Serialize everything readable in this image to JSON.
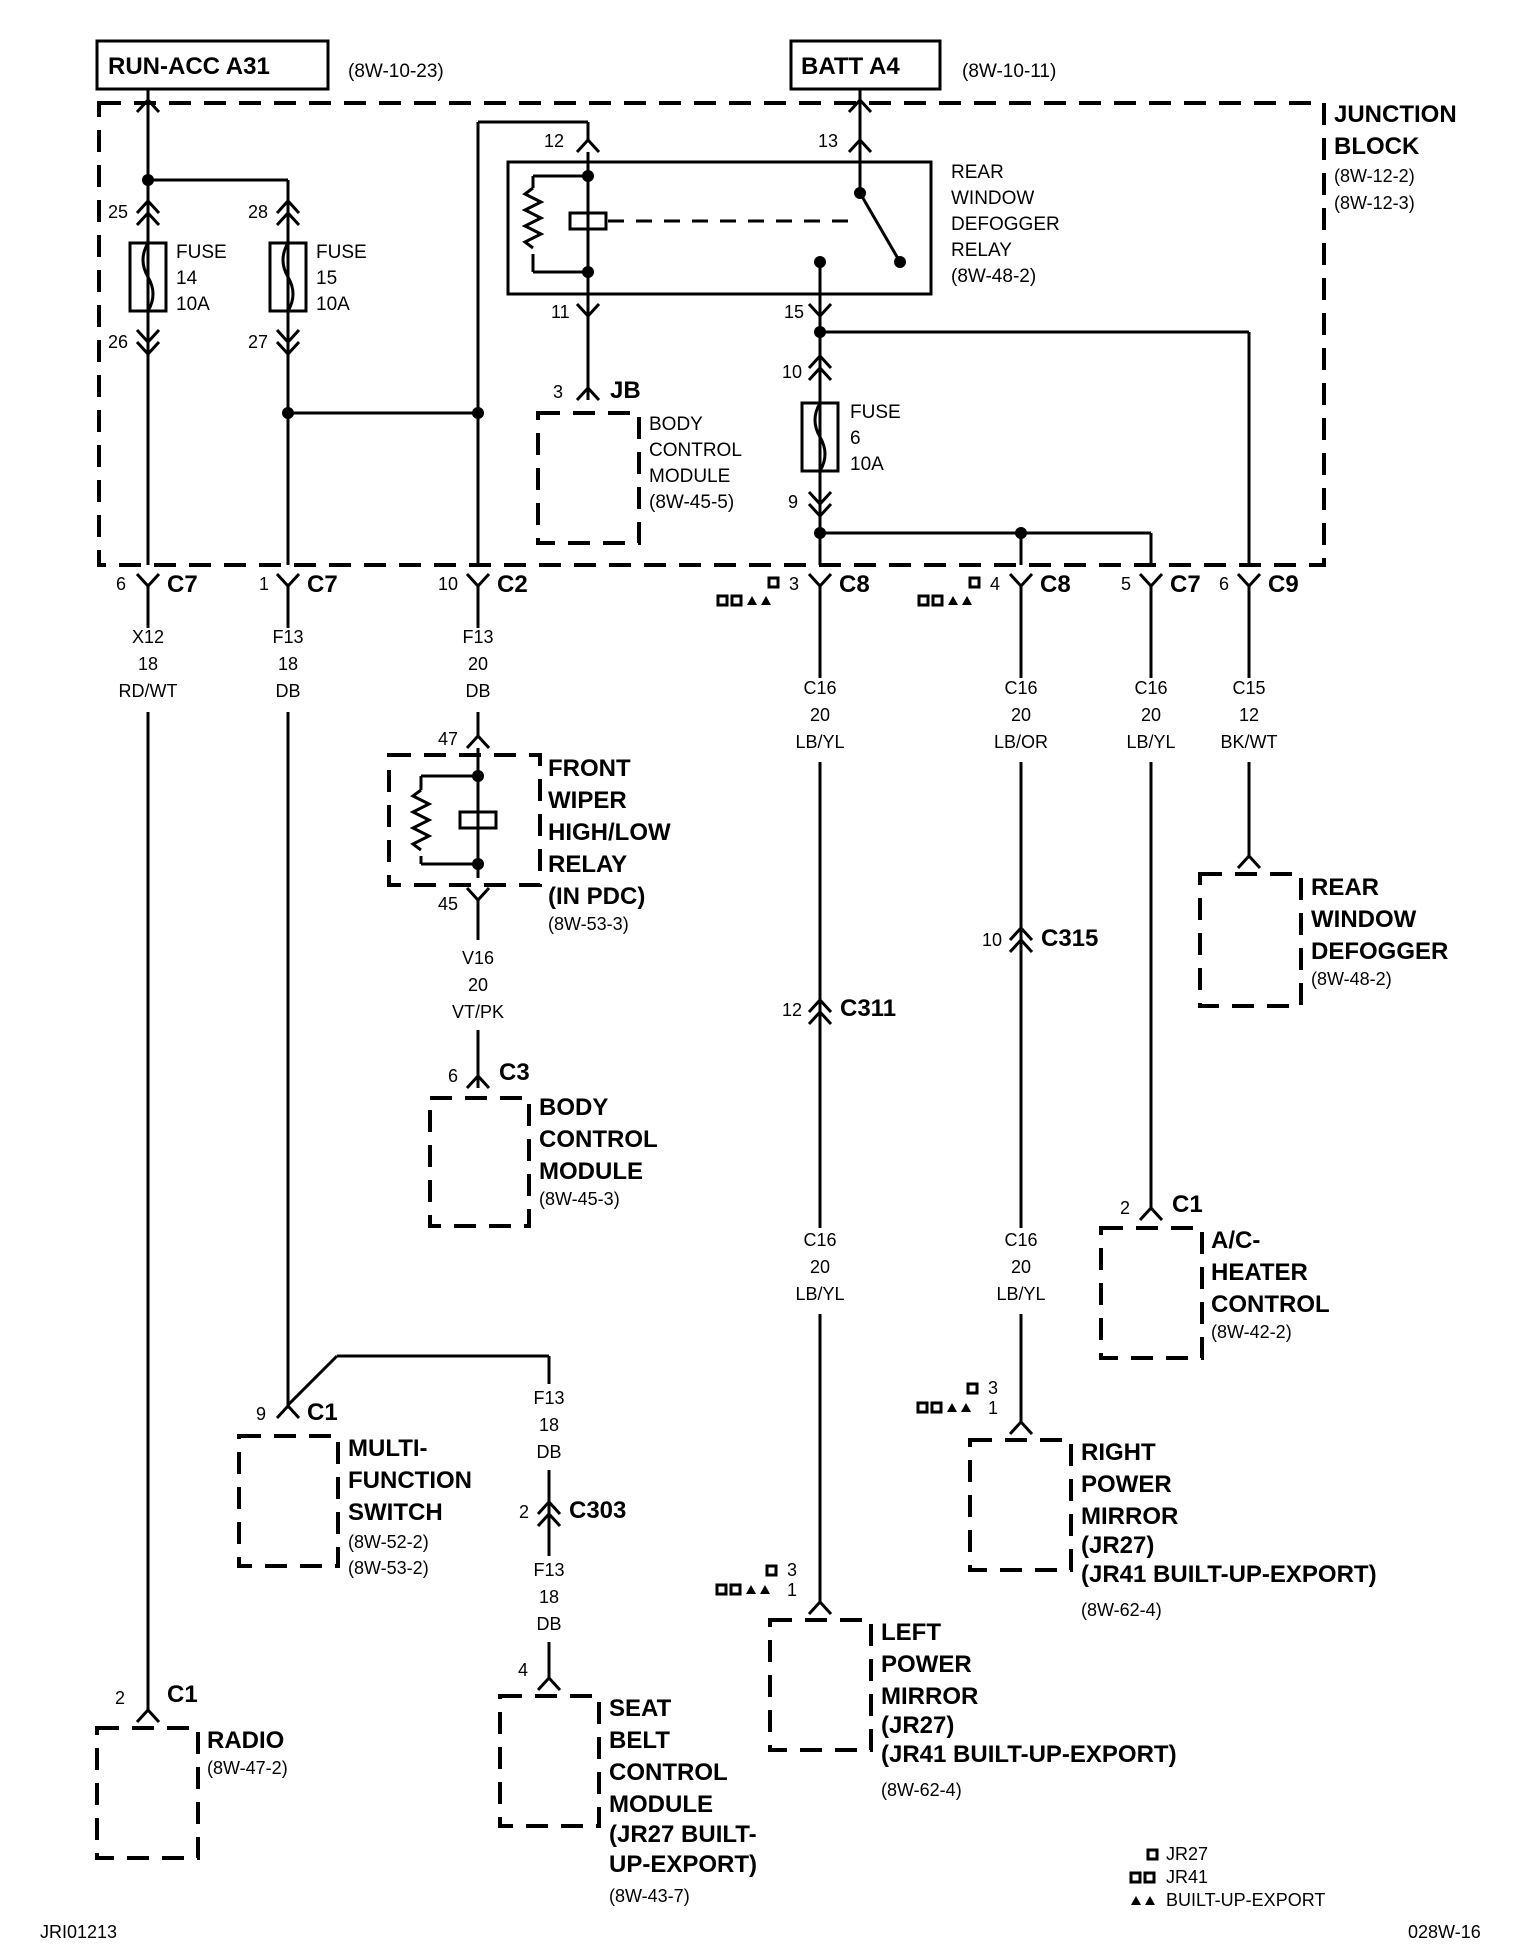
{
  "header": {
    "run_acc": "RUN-ACC A31",
    "run_acc_ref": "(8W-10-23)",
    "batt": "BATT A4",
    "batt_ref": "(8W-10-11)"
  },
  "junction_block": {
    "label_1": "JUNCTION",
    "label_2": "BLOCK",
    "ref_1": "(8W-12-2)",
    "ref_2": "(8W-12-3)"
  },
  "fuses": [
    {
      "label": "FUSE",
      "num": "14",
      "amp": "10A",
      "in_pin": "25",
      "out_pin": "26"
    },
    {
      "label": "FUSE",
      "num": "15",
      "amp": "10A",
      "in_pin": "28",
      "out_pin": "27"
    },
    {
      "label": "FUSE",
      "num": "6",
      "amp": "10A",
      "in_pin": "10",
      "out_pin": "9"
    }
  ],
  "defogger_relay": {
    "lines": [
      "REAR",
      "WINDOW",
      "DEFOGGER",
      "RELAY",
      "(8W-48-2)"
    ],
    "pin_12": "12",
    "pin_13": "13",
    "pin_11": "11",
    "pin_15": "15"
  },
  "bcm_jb": {
    "pin": "3",
    "conn": "JB",
    "lines": [
      "BODY",
      "CONTROL",
      "MODULE",
      "(8W-45-5)"
    ]
  },
  "connectors": [
    {
      "pin": "6",
      "name": "C7"
    },
    {
      "pin": "1",
      "name": "C7"
    },
    {
      "pin": "10",
      "name": "C2"
    },
    {
      "pin": "3",
      "name": "C8"
    },
    {
      "pin": "4",
      "name": "C8"
    },
    {
      "pin": "5",
      "name": "C7"
    },
    {
      "pin": "6",
      "name": "C9"
    }
  ],
  "wires": {
    "x12": [
      "X12",
      "18",
      "RD/WT"
    ],
    "f13a": [
      "F13",
      "18",
      "DB"
    ],
    "f13b": [
      "F13",
      "20",
      "DB"
    ],
    "c16a": [
      "C16",
      "20",
      "LB/YL"
    ],
    "c16b": [
      "C16",
      "20",
      "LB/OR"
    ],
    "c16c": [
      "C16",
      "20",
      "LB/YL"
    ],
    "c15": [
      "C15",
      "12",
      "BK/WT"
    ],
    "v16": [
      "V16",
      "20",
      "VT/PK"
    ],
    "c16d": [
      "C16",
      "20",
      "LB/YL"
    ],
    "c16e": [
      "C16",
      "20",
      "LB/YL"
    ],
    "f13c": [
      "F13",
      "18",
      "DB"
    ],
    "f13d": [
      "F13",
      "18",
      "DB"
    ]
  },
  "wiper_relay": {
    "pin_in": "47",
    "pin_out": "45",
    "lines": [
      "FRONT",
      "WIPER",
      "HIGH/LOW",
      "RELAY",
      "(IN PDC)"
    ],
    "ref": "(8W-53-3)"
  },
  "bcm_c3": {
    "pin": "6",
    "conn": "C3",
    "lines": [
      "BODY",
      "CONTROL",
      "MODULE"
    ],
    "ref": "(8W-45-3)"
  },
  "rear_defogger": {
    "lines": [
      "REAR",
      "WINDOW",
      "DEFOGGER"
    ],
    "ref": "(8W-48-2)"
  },
  "inline": {
    "c315_pin": "10",
    "c315": "C315",
    "c311_pin": "12",
    "c311": "C311",
    "c303_pin": "2",
    "c303": "C303"
  },
  "ac_heater": {
    "pin": "2",
    "conn": "C1",
    "lines": [
      "A/C-",
      "HEATER",
      "CONTROL"
    ],
    "ref": "(8W-42-2)"
  },
  "multifunction": {
    "pin": "9",
    "conn": "C1",
    "lines": [
      "MULTI-",
      "FUNCTION",
      "SWITCH"
    ],
    "ref_1": "(8W-52-2)",
    "ref_2": "(8W-53-2)"
  },
  "right_mirror": {
    "pin_a": "3",
    "pin_b": "1",
    "lines": [
      "RIGHT",
      "POWER",
      "MIRROR",
      "(JR27)",
      "(JR41 BUILT-UP-EXPORT)"
    ],
    "ref": "(8W-62-4)"
  },
  "left_mirror": {
    "pin_a": "3",
    "pin_b": "1",
    "lines": [
      "LEFT",
      "POWER",
      "MIRROR",
      "(JR27)",
      "(JR41 BUILT-UP-EXPORT)"
    ],
    "ref": "(8W-62-4)"
  },
  "radio": {
    "pin": "2",
    "conn": "C1",
    "label": "RADIO",
    "ref": "(8W-47-2)"
  },
  "seat_belt": {
    "pin": "4",
    "lines": [
      "SEAT",
      "BELT",
      "CONTROL",
      "MODULE",
      "(JR27 BUILT-",
      "UP-EXPORT)"
    ],
    "ref": "(8W-43-7)"
  },
  "legend": {
    "jr27": "JR27",
    "jr41": "JR41",
    "bue": "BUILT-UP-EXPORT"
  },
  "footer": {
    "left": "JRI01213",
    "right": "028W-16"
  }
}
